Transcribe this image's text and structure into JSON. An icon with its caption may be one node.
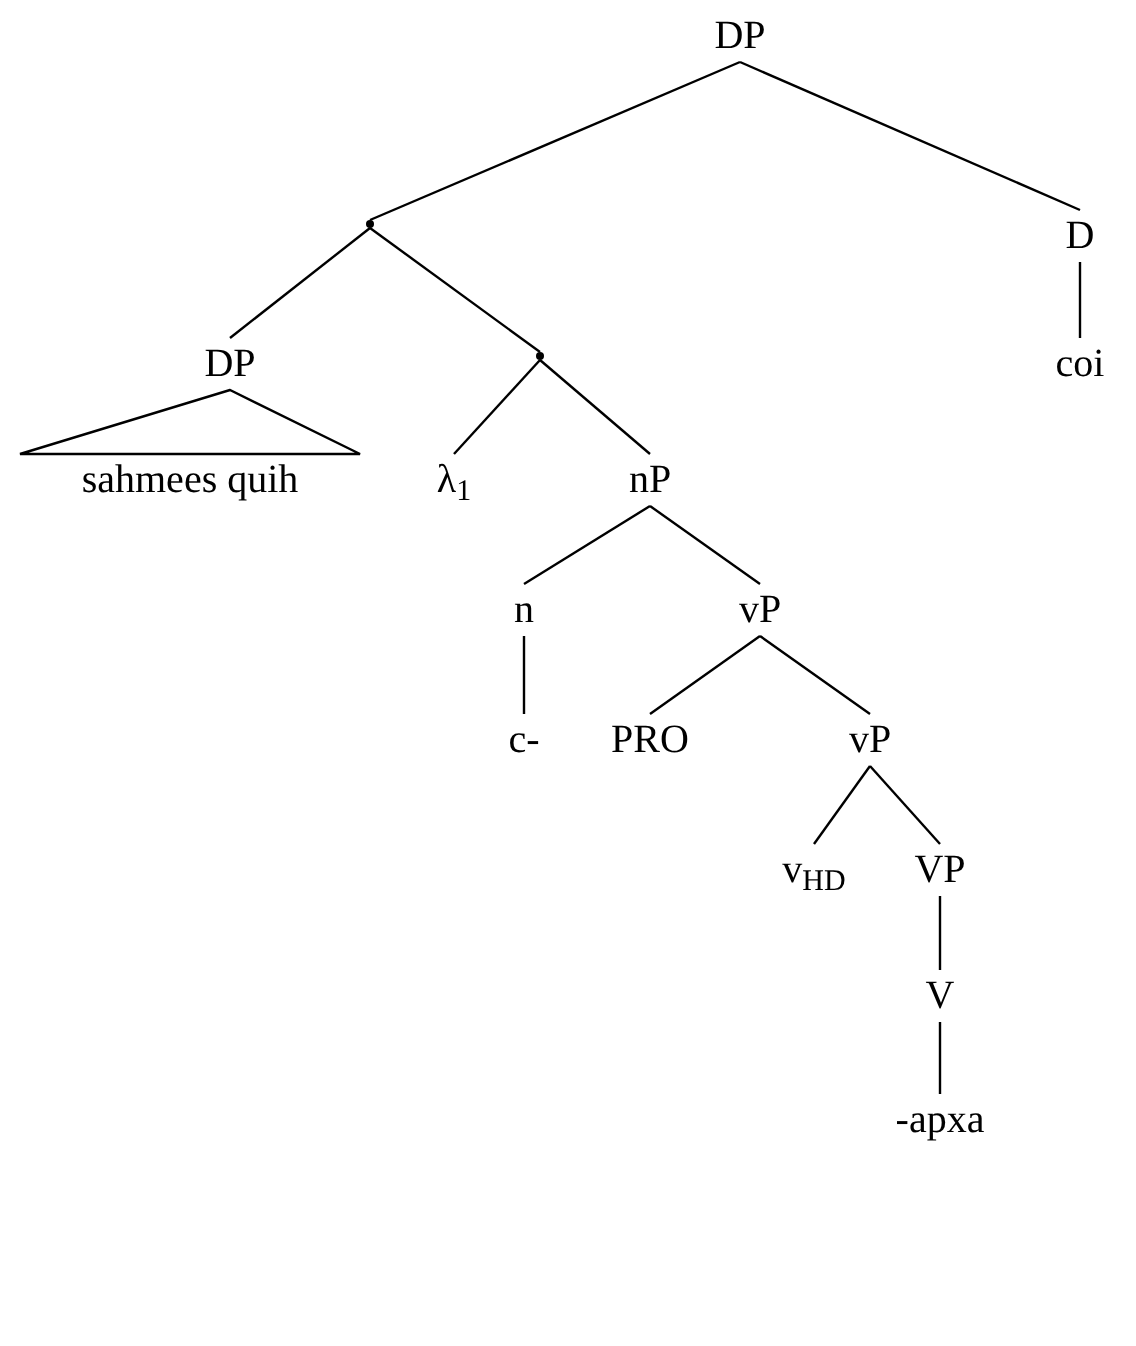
{
  "diagram": {
    "nodes": [
      {
        "text": [
          "DP"
        ]
      },
      {
        "text": [],
        "shape": "point"
      },
      {
        "text": [
          "D"
        ]
      },
      {
        "text": [],
        "shape": "point"
      },
      {
        "text": [
          "DP"
        ]
      },
      {
        "text": [
          "sahmees quih"
        ]
      },
      {
        "text": [
          "λ$_{1}$"
        ]
      },
      {
        "text": [
          "nP"
        ]
      },
      {
        "text": [
          "coi"
        ]
      },
      {
        "text": [
          "n"
        ]
      },
      {
        "text": [
          "vP"
        ]
      },
      {
        "text": [
          "c-"
        ]
      },
      {
        "text": [
          "PRO"
        ]
      },
      {
        "text": [
          "vP"
        ]
      },
      {
        "text": [
          "v$_{HD}$"
        ]
      },
      {
        "text": [
          "VP"
        ]
      },
      {
        "text": [
          "V"
        ]
      },
      {
        "text": [
          "-apxa"
        ]
      }
    ],
    "edges": [
      {
        "from": 0,
        "to": 1,
        "arrow": "none"
      },
      {
        "from": 0,
        "to": 2,
        "arrow": "none"
      },
      {
        "from": 1,
        "to": 4,
        "arrow": "none"
      },
      {
        "from": 1,
        "to": 3,
        "arrow": "none"
      },
      {
        "from": 2,
        "to": 8,
        "arrow": "none"
      },
      {
        "from": 4,
        "to": 5,
        "arrow": "none"
      },
      {
        "from": 3,
        "to": 6,
        "arrow": "none"
      },
      {
        "from": 3,
        "to": 7,
        "arrow": "none"
      },
      {
        "from": 7,
        "to": 9,
        "arrow": "none"
      },
      {
        "from": 7,
        "to": 10,
        "arrow": "none"
      },
      {
        "from": 9,
        "to": 11,
        "arrow": "none"
      },
      {
        "from": 10,
        "to": 12,
        "arrow": "none"
      },
      {
        "from": 10,
        "to": 13,
        "arrow": "none"
      },
      {
        "from": 13,
        "to": 14,
        "arrow": "none"
      },
      {
        "from": 13,
        "to": 15,
        "arrow": "none"
      },
      {
        "from": 15,
        "to": 16,
        "arrow": "none"
      },
      {
        "from": 16,
        "to": 17,
        "arrow": "none"
      }
    ]
  }
}
